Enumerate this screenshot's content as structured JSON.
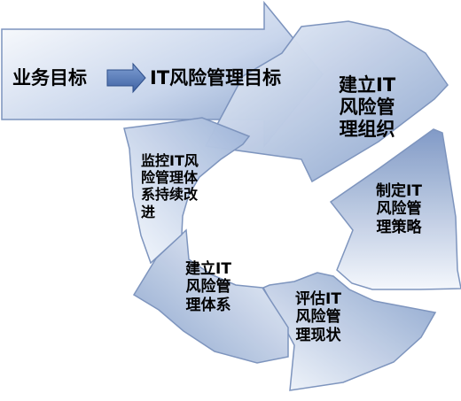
{
  "banner": {
    "left": "业务目标",
    "right": "IT风险管理目标"
  },
  "steps": {
    "org": [
      "建立IT",
      "风险管",
      "理组织"
    ],
    "strategy": [
      "制定IT",
      "风险管",
      "理策略"
    ],
    "assess": [
      "评估IT",
      "风险管",
      "理现状"
    ],
    "system": [
      "建立IT",
      "风险管",
      "理体系"
    ],
    "improve": [
      "监控IT风",
      "险管理体",
      "系持续改",
      "进"
    ]
  },
  "colors": {
    "banner_light": "#f2f6fc",
    "banner_dark": "#7b97c4",
    "step_light": "#f6f9fd",
    "step_dark": "#8aa3cd",
    "stroke": "#7c93bd",
    "inner_arrow": "#4f74b3"
  }
}
